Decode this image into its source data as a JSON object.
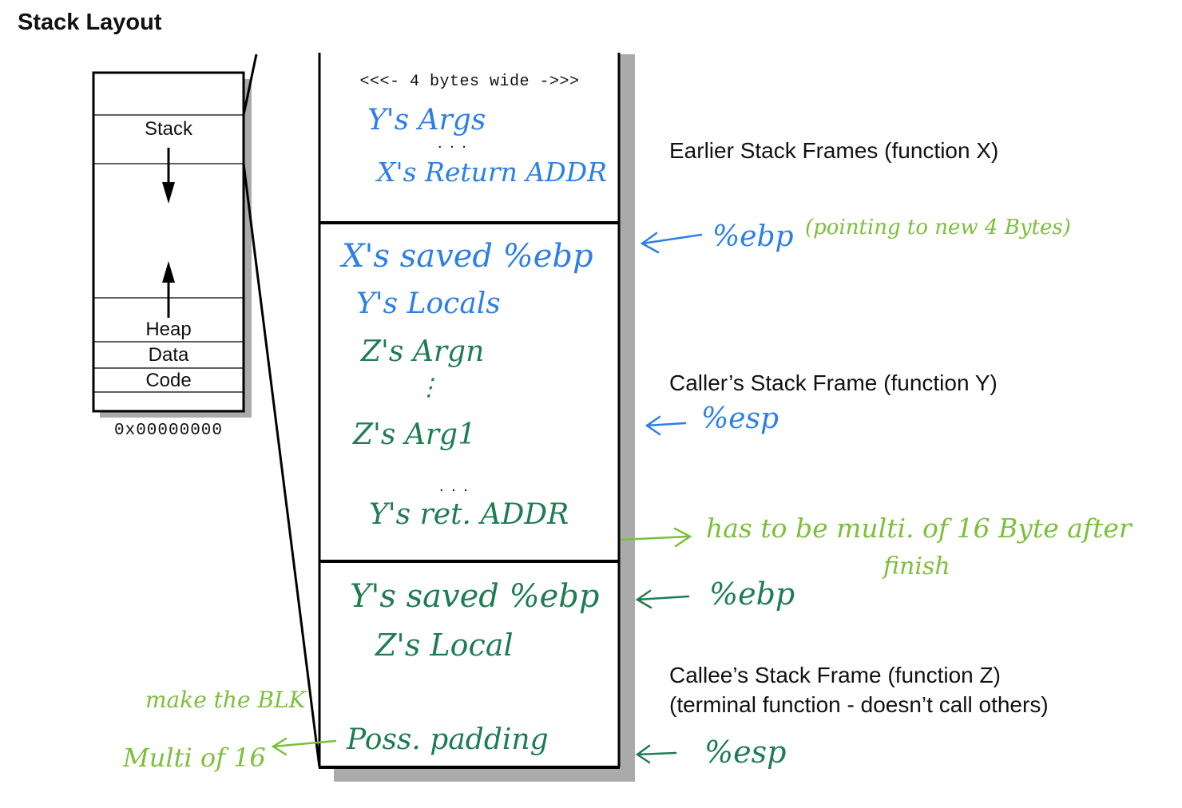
{
  "title": "Stack Layout",
  "memory": {
    "regions": {
      "stack": "Stack",
      "heap": "Heap",
      "data": "Data",
      "code": "Code"
    },
    "bottom_address": "0x00000000"
  },
  "stack_detail": {
    "width_label": "<<<- 4 bytes wide ->>>",
    "ellipsis": ". . .",
    "frames": [
      {
        "label": "Earlier Stack Frames (function X)"
      },
      {
        "label": "Caller’s Stack Frame (function Y)"
      },
      {
        "label": "Callee’s Stack Frame (function Z)",
        "sub_label": "(terminal function - doesn’t call others)"
      }
    ]
  },
  "annotations": {
    "frame_x": [
      "Y's  Args",
      "X's  Return ADDR"
    ],
    "frame_y": [
      "X's saved %ebp",
      "Y's Locals",
      "Z's Argn",
      "⋮",
      "Z's Arg1",
      "Y's ret. ADDR"
    ],
    "frame_z": [
      "Y's saved %ebp",
      "Z's Local",
      "Poss. padding"
    ],
    "pointers": {
      "ebp_y": "%ebp",
      "ebp_y_note": "(pointing to new 4 Bytes)",
      "esp_y": "%esp",
      "ebp_z": "%ebp",
      "esp_z": "%esp"
    },
    "alignment_note_line1": "has to be  multi. of 16 Byte after",
    "alignment_note_line2": "finish",
    "padding_note_line1": "make the BLK",
    "padding_note_line2": "Multi of 16"
  },
  "colors": {
    "blue_ink": "#2d7fe8",
    "dark_green_ink": "#1e7c52",
    "light_green_ink": "#7cbf3a",
    "shadow": "#aaaaaa"
  }
}
